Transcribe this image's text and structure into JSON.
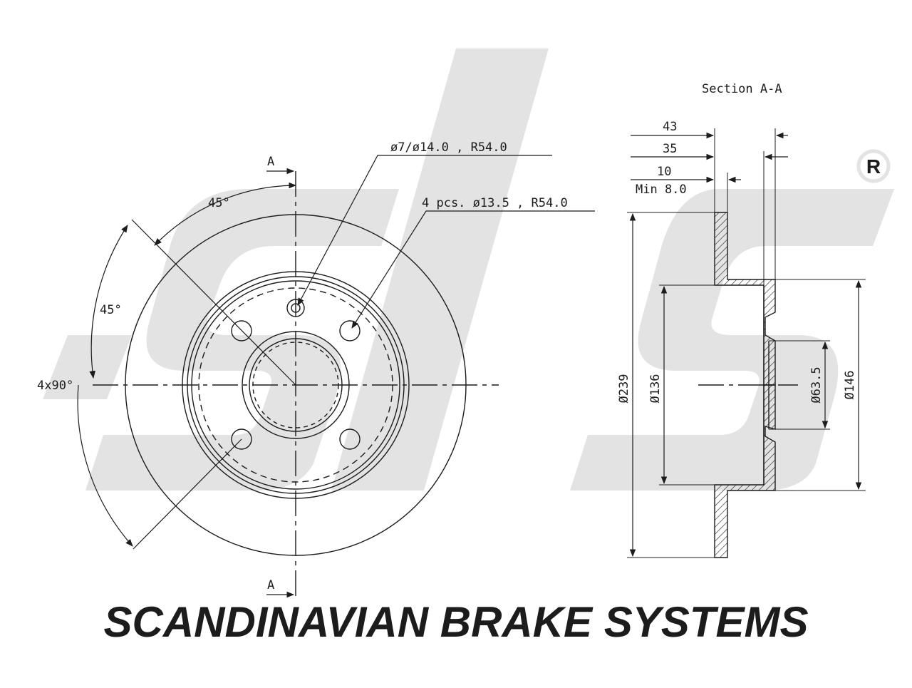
{
  "section_label": "Section  A-A",
  "section_marker": "A",
  "angle_top": "45°",
  "angle_mid": "45°",
  "angle_spacing": "4x90°",
  "callout_small_hole": "ø7/ø14.0 , R54.0",
  "callout_bolt_holes": "4 pcs. ø13.5 , R54.0",
  "dim_overall_height": "43",
  "dim_hat_height": "35",
  "dim_thickness": "10",
  "dim_min_thickness": "Min  8.0",
  "dim_outer_diameter": "Ø239",
  "dim_hat_diameter": "Ø136",
  "dim_hub_bore": "Ø63.5",
  "dim_hat_outer": "Ø146",
  "brand_text": "SCANDINAVIAN BRAKE SYSTEMS",
  "registered_mark": "R",
  "colors": {
    "line": "#1c1c1c",
    "watermark": "#e3e3e3"
  }
}
